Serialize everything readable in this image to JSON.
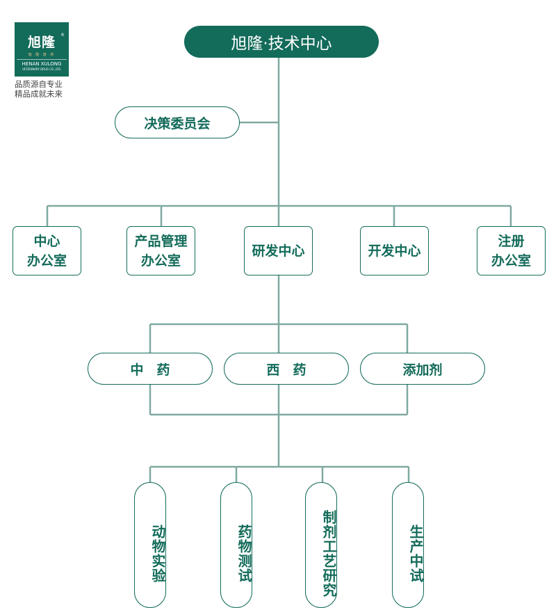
{
  "logo": {
    "brand": "旭隆",
    "registered": "®",
    "sub": "旭·隆·兽·药",
    "en_name": "HENAN XULONG",
    "en_sub": "VETERINARY DRUG CO.,LTD."
  },
  "slogan": [
    "品质源自专业",
    "精品成就未来"
  ],
  "root": "旭隆·技术中心",
  "committee": "决策委员会",
  "departments": [
    "中心\n办公室",
    "产品管理\n办公室",
    "研发中心",
    "开发中心",
    "注册\n办公室"
  ],
  "categories": [
    "中　药",
    "西　药",
    "添加剂"
  ],
  "functions": [
    "动物实验",
    "药物测试",
    "制剂工艺研究",
    "生产中试"
  ],
  "colors": {
    "primary": "#136b5a",
    "line": "#7fa9a0"
  }
}
